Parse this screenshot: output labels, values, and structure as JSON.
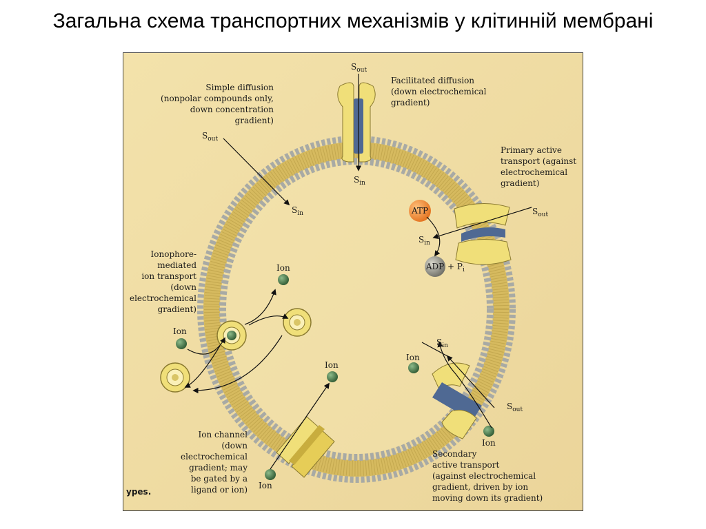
{
  "title": "Загальна схема транспортних механізмів у клітинній мембрані",
  "colors": {
    "background": "#f1dfa6",
    "membrane": "#d8bc61",
    "head_group": "#a8aaa5",
    "protein_yellow": "#f0df79",
    "protein_blue": "#4f6993",
    "ion": "#3e6e42",
    "atp": "#ee8533",
    "adp": "#8d8d85"
  },
  "labels": {
    "simple_diffusion": [
      "Simple diffusion",
      "(nonpolar compounds only,",
      "down concentration",
      "gradient)"
    ],
    "facilitated_diffusion": [
      "Facilitated diffusion",
      "(down electrochemical",
      "gradient)"
    ],
    "primary_active": [
      "Primary active",
      "transport (against",
      "electrochemical",
      "gradient)"
    ],
    "ionophore": [
      "Ionophore-",
      "mediated",
      "ion transport",
      "(down",
      "electrochemical",
      "gradient)"
    ],
    "ion_channel": [
      "Ion channel",
      "(down",
      "electrochemical",
      "gradient; may",
      "be gated by a",
      "ligand or ion)"
    ],
    "secondary_active": [
      "Secondary",
      "active transport",
      "(against electrochemical",
      "gradient, driven by ion",
      "moving down its gradient)"
    ],
    "s_letter": "S",
    "out_sub": "out",
    "in_sub": "in",
    "atp": "ATP",
    "adp": "ADP",
    "plus_p": "+ P",
    "p_sub": "i",
    "ion": "Ion",
    "corner_text": "ypes."
  }
}
